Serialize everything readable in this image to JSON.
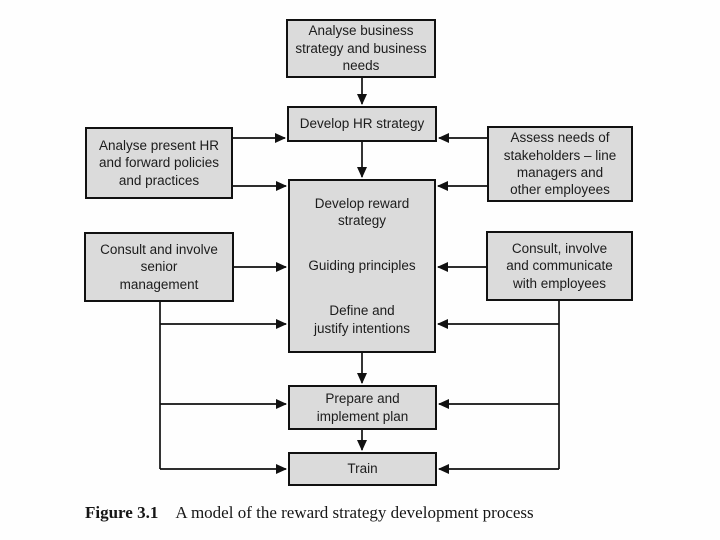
{
  "diagram": {
    "nodes": {
      "analyse_business": {
        "label": "Analyse business\nstrategy and business\nneeds"
      },
      "develop_hr": {
        "label": "Develop HR strategy"
      },
      "analyse_present": {
        "label": "Analyse present HR\nand forward policies\nand practices"
      },
      "assess_needs": {
        "label": "Assess needs of\nstakeholders – line\nmanagers and\nother employees"
      },
      "develop_reward": {
        "label": "Develop reward\nstrategy"
      },
      "guiding_principles": {
        "label": "Guiding principles"
      },
      "define_intentions": {
        "label": "Define and\njustify intentions"
      },
      "consult_senior": {
        "label": "Consult and involve\nsenior\nmanagement"
      },
      "consult_employees": {
        "label": "Consult, involve\nand communicate\nwith employees"
      },
      "prepare_plan": {
        "label": "Prepare and\nimplement plan"
      },
      "train": {
        "label": "Train"
      }
    },
    "edges": [
      {
        "from": "analyse_business",
        "to": "develop_hr"
      },
      {
        "from": "develop_hr",
        "to": "develop_reward"
      },
      {
        "from": "analyse_present",
        "to": "develop_hr"
      },
      {
        "from": "analyse_present",
        "to": "develop_reward"
      },
      {
        "from": "assess_needs",
        "to": "develop_hr"
      },
      {
        "from": "assess_needs",
        "to": "develop_reward"
      },
      {
        "from": "consult_senior",
        "to": "guiding_principles"
      },
      {
        "from": "consult_senior",
        "to": "define_intentions"
      },
      {
        "from": "consult_senior",
        "to": "prepare_plan"
      },
      {
        "from": "consult_senior",
        "to": "train"
      },
      {
        "from": "consult_employees",
        "to": "guiding_principles"
      },
      {
        "from": "consult_employees",
        "to": "define_intentions"
      },
      {
        "from": "consult_employees",
        "to": "prepare_plan"
      },
      {
        "from": "consult_employees",
        "to": "train"
      },
      {
        "from": "develop_reward",
        "to": "prepare_plan"
      },
      {
        "from": "prepare_plan",
        "to": "train"
      }
    ],
    "caption": {
      "figure_label": "Figure 3.1",
      "text": "A model of the reward strategy development process"
    },
    "colors": {
      "node_fill": "#dbdbdb",
      "node_border": "#111111",
      "connector": "#111111",
      "text": "#1c1c1c",
      "background": "#fefefe"
    }
  }
}
